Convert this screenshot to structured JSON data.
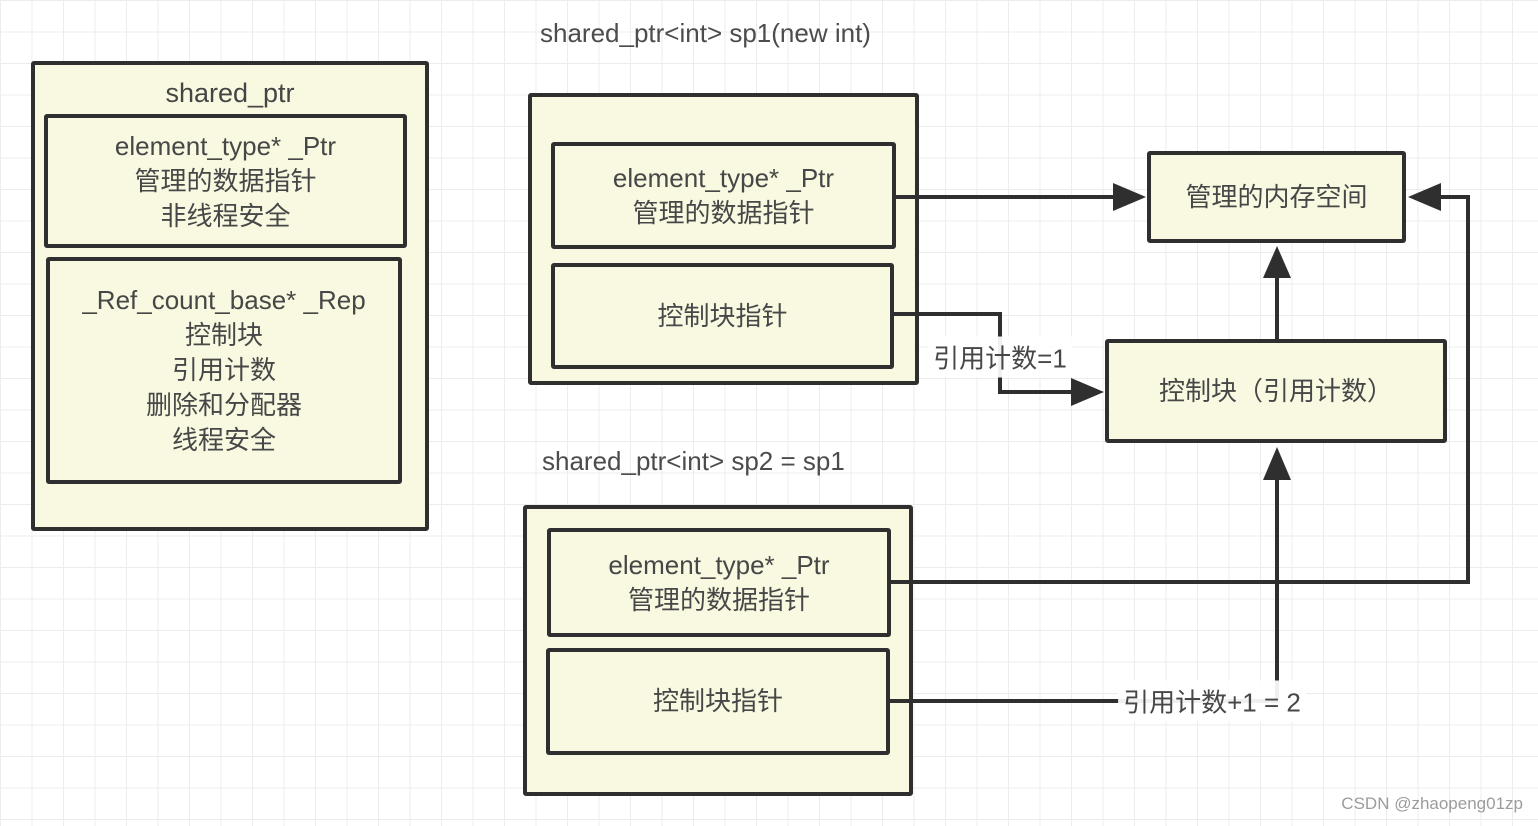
{
  "page": {
    "watermark": "CSDN @zhaopeng01zp"
  },
  "colors": {
    "box_fill": "#f9f9e1",
    "box_border": "#2f2f2f",
    "text": "#474747",
    "grid_line": "#ececec",
    "watermark": "#9c9c9c"
  },
  "left_panel": {
    "title": "shared_ptr",
    "ptr_box": {
      "lines": [
        "element_type* _Ptr",
        "管理的数据指针",
        "非线程安全"
      ]
    },
    "rep_box": {
      "lines": [
        "_Ref_count_base* _Rep",
        "控制块",
        "引用计数",
        "删除和分配器",
        "线程安全"
      ]
    }
  },
  "sp1": {
    "title": "shared_ptr<int> sp1(new int)",
    "ptr_box": {
      "lines": [
        "element_type* _Ptr",
        "管理的数据指针"
      ]
    },
    "ctrl_box": {
      "label": "控制块指针"
    }
  },
  "sp2": {
    "title": "shared_ptr<int> sp2 = sp1",
    "ptr_box": {
      "lines": [
        "element_type* _Ptr",
        "管理的数据指针"
      ]
    },
    "ctrl_box": {
      "label": "控制块指针"
    }
  },
  "memory_box": {
    "label": "管理的内存空间"
  },
  "control_block_box": {
    "label": "控制块（引用计数）"
  },
  "edge_labels": {
    "sp1_ref_count": "引用计数=1",
    "sp2_ref_count": "引用计数+1 = 2"
  }
}
